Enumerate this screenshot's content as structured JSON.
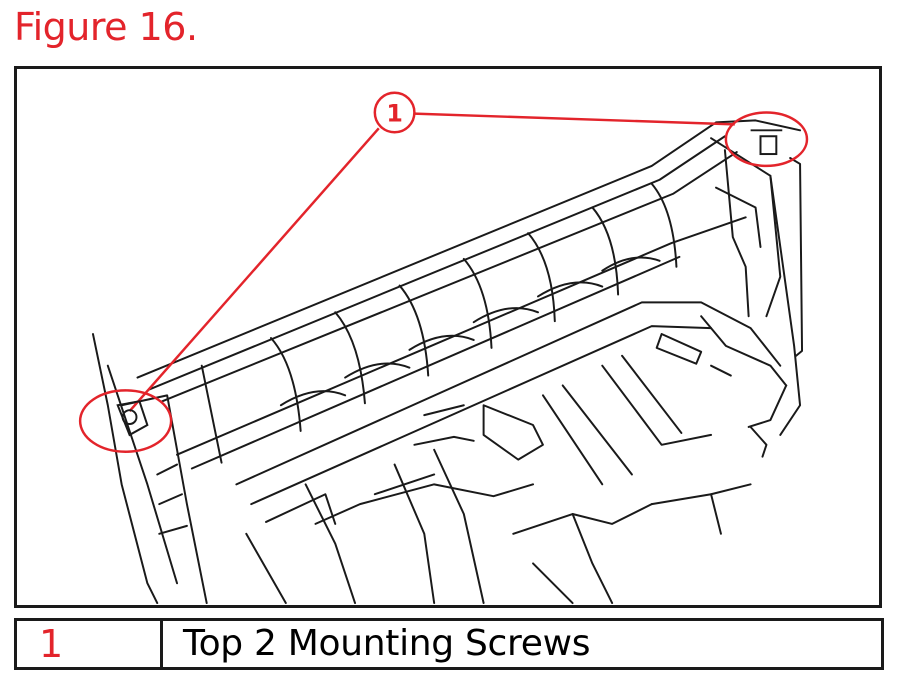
{
  "figure": {
    "title": "Figure 16."
  },
  "callout": {
    "number": "1"
  },
  "legend": {
    "rows": [
      {
        "number": "1",
        "description": "Top 2 Mounting Screws"
      }
    ]
  },
  "colors": {
    "accent": "#e3242b",
    "line": "#1a1a1a"
  }
}
